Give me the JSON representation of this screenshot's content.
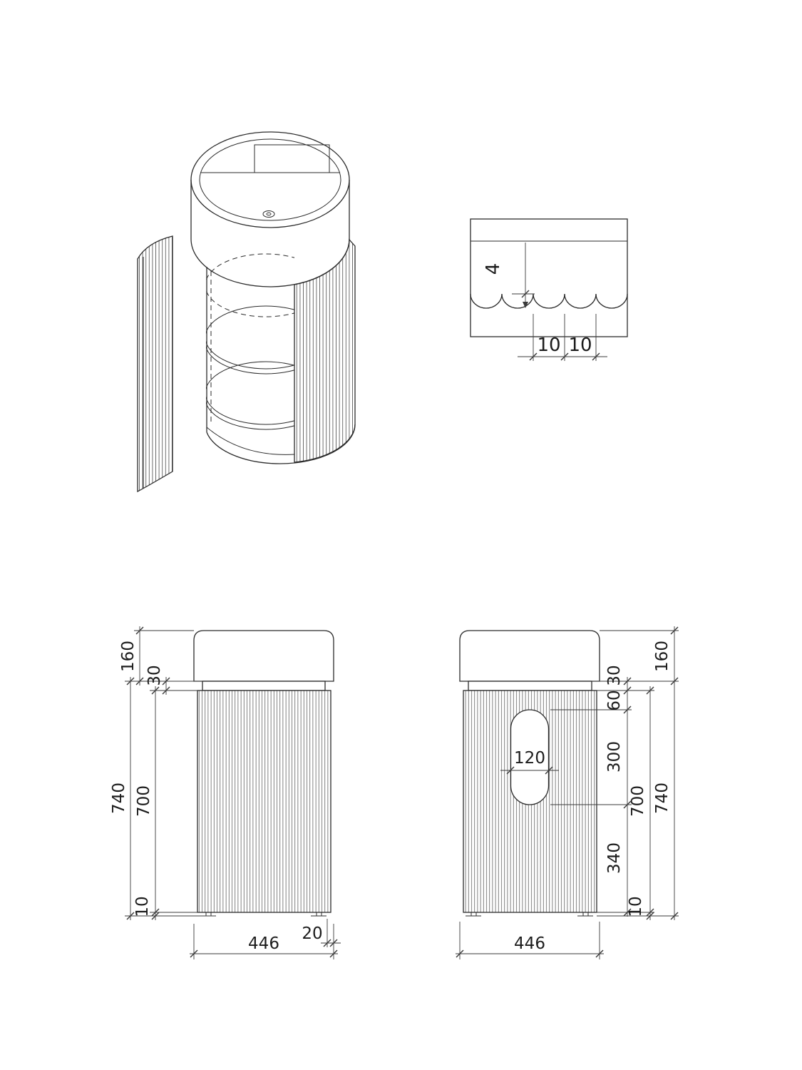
{
  "views": {
    "flute_detail": {
      "depth": "4",
      "pitch_1": "10",
      "pitch_2": "10"
    },
    "front_elevation": {
      "basin_height": "160",
      "top_gap": "30",
      "total_height": "740",
      "body_height": "700",
      "foot_height": "10",
      "width": "446",
      "side_offset": "20"
    },
    "rear_elevation": {
      "basin_height": "160",
      "top_gap": "30",
      "cutout_top_offset": "60",
      "cutout_height": "300",
      "cutout_width": "120",
      "body_height": "700",
      "total_height": "740",
      "cutout_bottom_offset": "340",
      "foot_height": "10",
      "width": "446"
    }
  }
}
